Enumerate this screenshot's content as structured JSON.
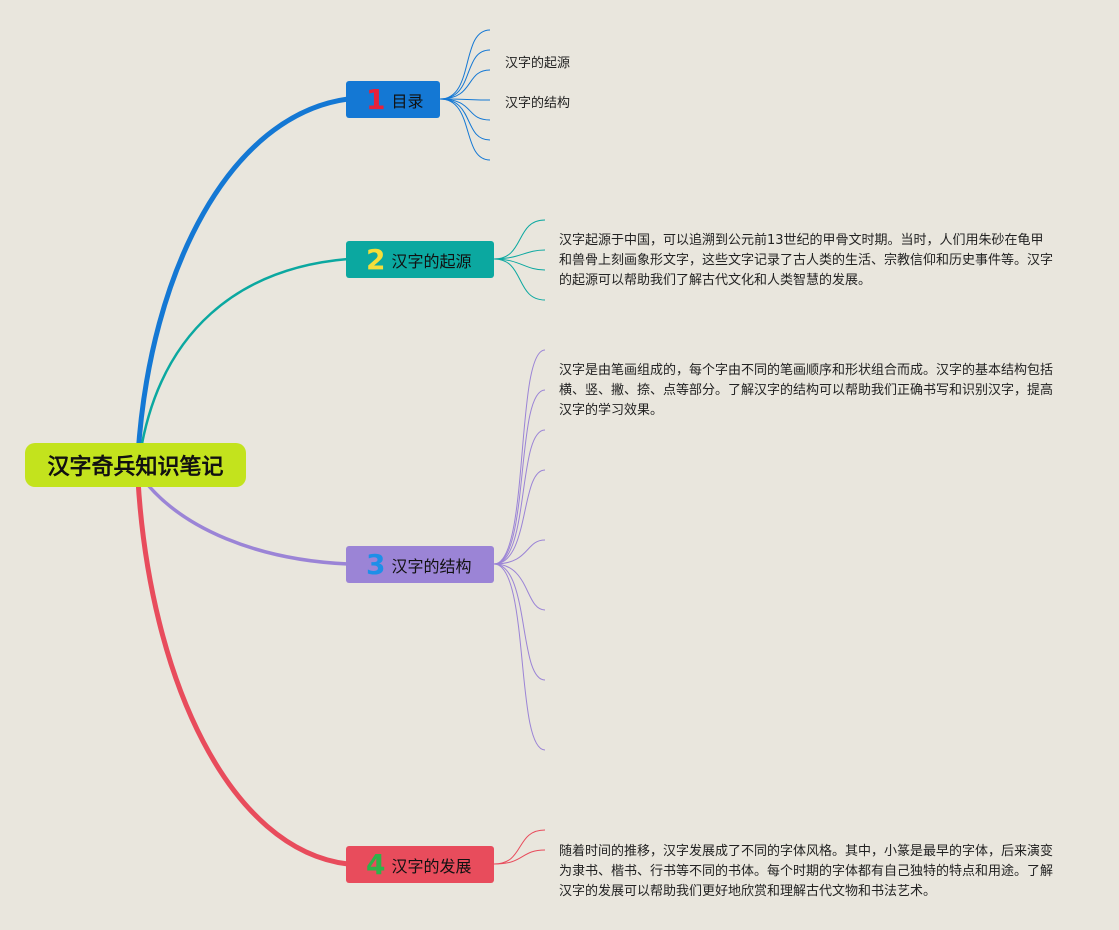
{
  "root": {
    "title": "汉字奇兵知识笔记",
    "color": "#c3e31d"
  },
  "branches": [
    {
      "num": "1",
      "title": "目录",
      "color": "#1478d4",
      "num_color": "#e8213a",
      "leaves": [
        "汉字的起源",
        "汉字的结构"
      ]
    },
    {
      "num": "2",
      "title": "汉字的起源",
      "color": "#0ba8a0",
      "num_color": "#f5de3a",
      "text": "汉字起源于中国，可以追溯到公元前13世纪的甲骨文时期。当时，人们用朱砂在龟甲和兽骨上刻画象形文字，这些文字记录了古人类的生活、宗教信仰和历史事件等。汉字的起源可以帮助我们了解古代文化和人类智慧的发展。"
    },
    {
      "num": "3",
      "title": "汉字的结构",
      "color": "#9b84d6",
      "num_color": "#1e8fe8",
      "text": "汉字是由笔画组成的，每个字由不同的笔画顺序和形状组合而成。汉字的基本结构包括横、竖、撇、捺、点等部分。了解汉字的结构可以帮助我们正确书写和识别汉字，提高汉字的学习效果。"
    },
    {
      "num": "4",
      "title": "汉字的发展",
      "color": "#e84c5c",
      "num_color": "#2fb24a",
      "text": "随着时间的推移，汉字发展成了不同的字体风格。其中，小篆是最早的字体，后来演变为隶书、楷书、行书等不同的书体。每个时期的字体都有自己独特的特点和用途。了解汉字的发展可以帮助我们更好地欣赏和理解古代文物和书法艺术。"
    }
  ]
}
